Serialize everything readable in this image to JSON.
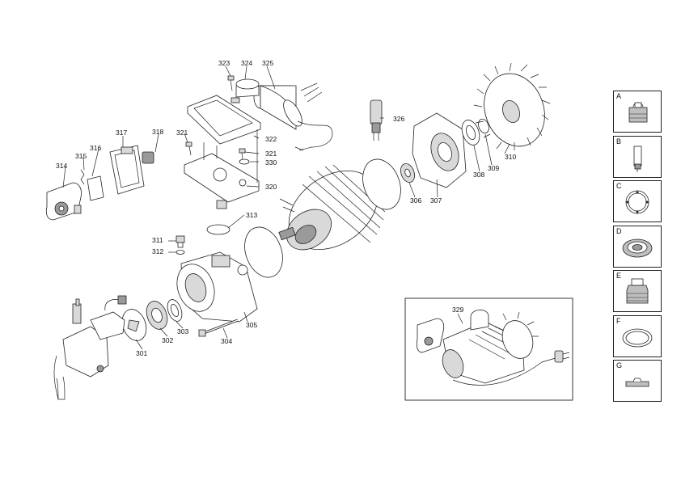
{
  "diagram": {
    "part_numbers": {
      "p301": "301",
      "p302": "302",
      "p303": "303",
      "p304": "304",
      "p305": "305",
      "p306": "306",
      "p307": "307",
      "p308": "308",
      "p309": "309",
      "p310": "310",
      "p311": "311",
      "p312": "312",
      "p313": "313",
      "p314": "314",
      "p315": "315",
      "p316": "316",
      "p317": "317",
      "p318": "318",
      "p320": "320",
      "p321a": "321",
      "p321b": "321",
      "p322": "322",
      "p323": "323",
      "p324": "324",
      "p325": "325",
      "p326": "326",
      "p329": "329",
      "p330": "330"
    }
  },
  "legend": {
    "a": "A",
    "b": "B",
    "c": "C",
    "d": "D",
    "e": "E",
    "f": "F",
    "g": "G"
  }
}
